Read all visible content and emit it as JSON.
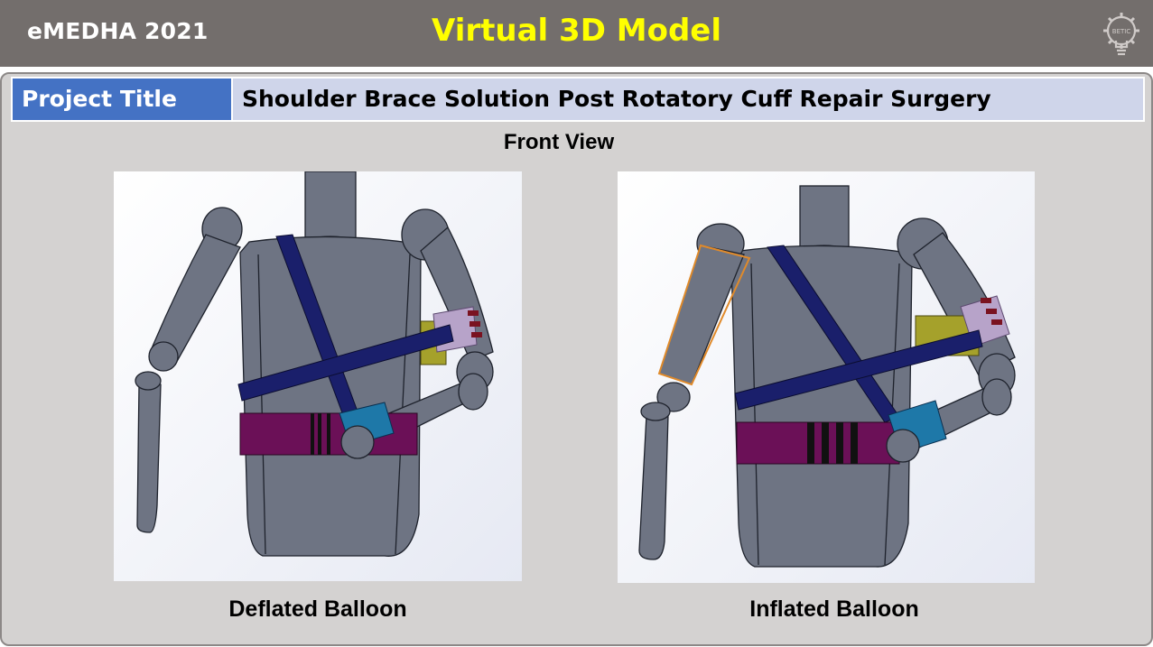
{
  "header": {
    "brand": "eMEDHA 2021",
    "title": "Virtual 3D Model",
    "logo_text": "BETIC",
    "logo_icon": "gear-bulb-logo"
  },
  "project": {
    "label": "Project Title",
    "value": "Shoulder Brace Solution Post Rotatory Cuff Repair Surgery"
  },
  "view_heading": "Front View",
  "models": [
    {
      "caption": "Deflated Balloon",
      "balloon_state": "deflated"
    },
    {
      "caption": "Inflated Balloon",
      "balloon_state": "inflated"
    }
  ],
  "colors": {
    "header_bg": "#736e6c",
    "title": "#ffff00",
    "label_bg": "#4472c4",
    "value_bg": "#cfd5ea",
    "body_gray": "#6e7483",
    "strap_navy": "#1a1f6b",
    "belt_purple": "#6b1057",
    "cuff_teal": "#1e78a8",
    "band_lavender": "#b7a3c9",
    "pad_olive": "#a5a12b",
    "balloon_outline": "#e08a2a"
  }
}
